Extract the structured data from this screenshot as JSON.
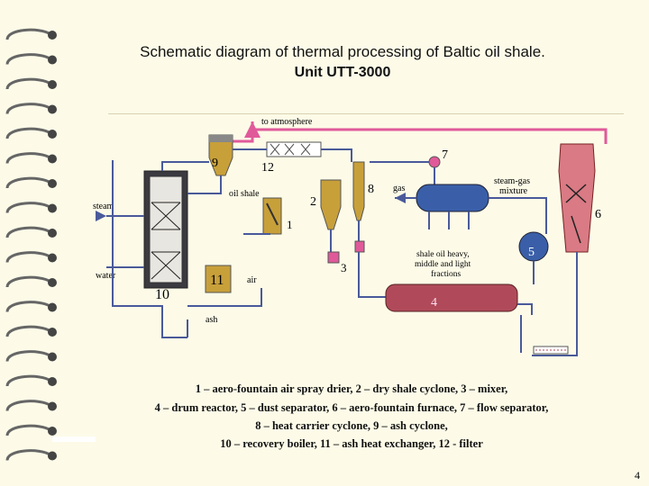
{
  "title": {
    "line1": "Schematic diagram of thermal processing of Baltic oil shale.",
    "line2": "Unit UTT-3000"
  },
  "labels": {
    "to_atmosphere": "to atmosphere",
    "steam": "steam",
    "water": "water",
    "oil_shale": "oil shale",
    "air": "air",
    "ash": "ash",
    "gas": "gas",
    "steam_gas_mixture_1": "steam-gas",
    "steam_gas_mixture_2": "mixture",
    "shale_oil_1": "shale oil heavy,",
    "shale_oil_2": "middle and light",
    "shale_oil_3": "fractions"
  },
  "numbers": {
    "n1": "1",
    "n2": "2",
    "n3": "3",
    "n4": "4",
    "n5": "5",
    "n6": "6",
    "n7": "7",
    "n8": "8",
    "n9": "9",
    "n10": "10",
    "n11": "11",
    "n12": "12"
  },
  "caption": {
    "line1": "1 – aero-fountain air spray drier, 2 – dry shale cyclone, 3 – mixer,",
    "line2": "4 – drum reactor, 5 – dust separator, 6 – aero-fountain furnace, 7 – flow separator,",
    "line3": "8 – heat carrier cyclone, 9 – ash cyclone,",
    "line4": "10 – recovery boiler, 11 – ash heat exchanger, 12 - filter"
  },
  "page_number": "4",
  "colors": {
    "background": "#fdfbe8",
    "cyclone": "#c8a03a",
    "furnace": "#d97a84",
    "separator": "#3a5fa8",
    "drum": "#b04a5a",
    "pipe": "#4a5a9a",
    "exhaust": "#e05a9a"
  }
}
